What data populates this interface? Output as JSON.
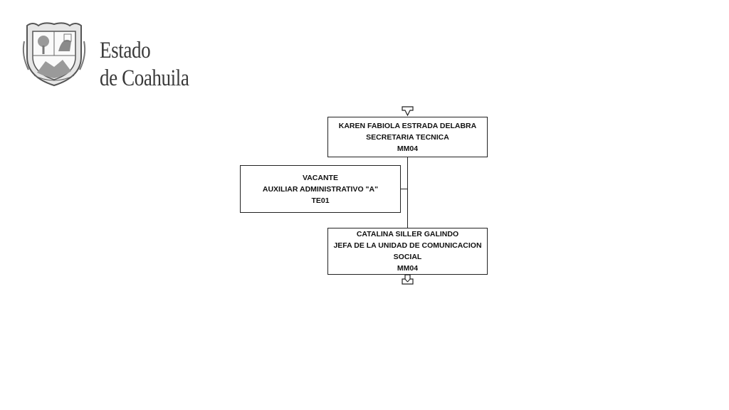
{
  "header": {
    "state_line1": "Estado",
    "state_line2": "de Coahuila",
    "seal_icon": "coat-of-arms-icon"
  },
  "org_chart": {
    "nav_up_icon": "arrow-up-icon",
    "nav_down_icon": "arrow-down-icon",
    "nodes": [
      {
        "name": "KAREN FABIOLA ESTRADA DELABRA",
        "title": "SECRETARIA TECNICA",
        "code": "MM04"
      },
      {
        "name": "VACANTE",
        "title": "AUXILIAR ADMINISTRATIVO \"A\"",
        "code": "TE01"
      },
      {
        "name": "CATALINA SILLER GALINDO",
        "title_line1": "JEFA DE LA UNIDAD DE COMUNICACION",
        "title_line2": "SOCIAL",
        "code": "MM04"
      }
    ]
  }
}
